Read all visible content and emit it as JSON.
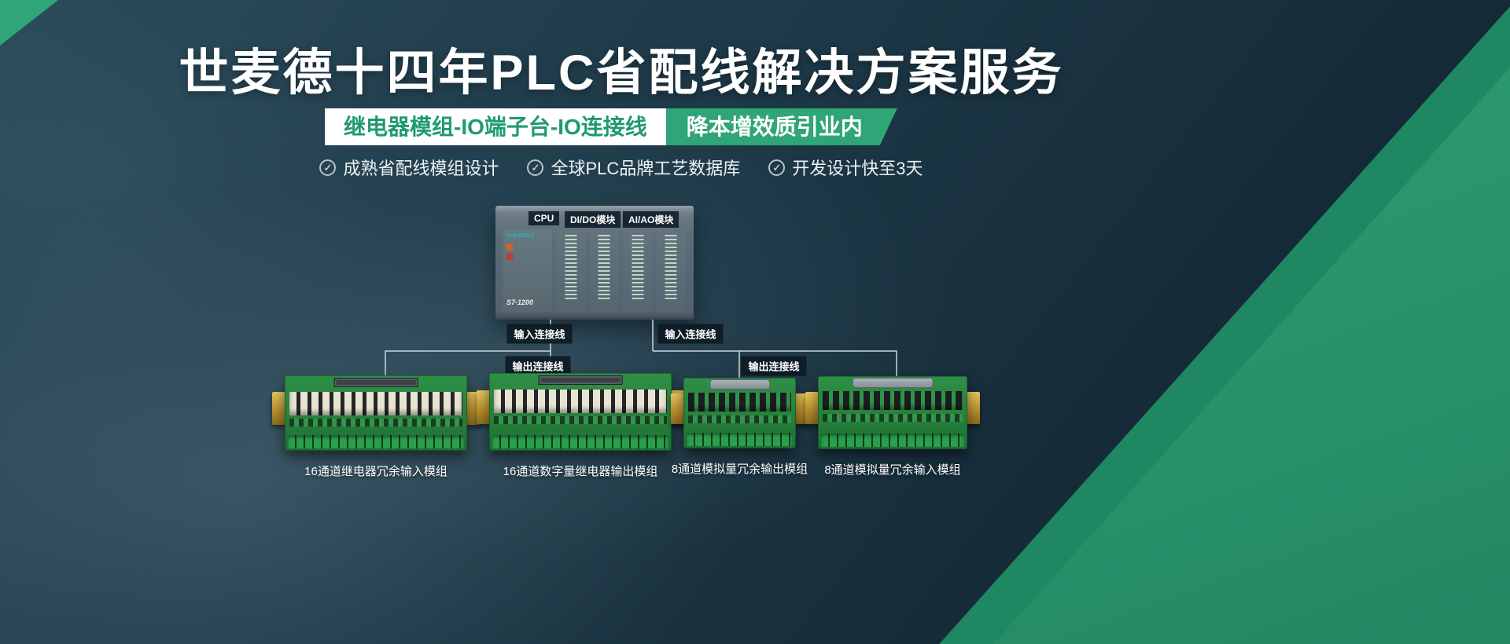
{
  "title": "世麦德十四年PLC省配线解决方案服务",
  "ribbon": {
    "left": "继电器模组-IO端子台-IO连接线",
    "right": "降本增效质引业内"
  },
  "features": [
    {
      "label": "成熟省配线模组设计"
    },
    {
      "label": "全球PLC品牌工艺数据库"
    },
    {
      "label": "开发设计快至3天"
    }
  ],
  "check_glyph": "✓",
  "plc": {
    "labels": {
      "cpu": "CPU",
      "dido": "DI/DO模块",
      "aiao": "AI/AO模块"
    },
    "brand": "SIEMENS",
    "model": "S7-1200"
  },
  "wires": {
    "left_input": "输入连接线",
    "left_output": "输出连接线",
    "right_input": "输入连接线",
    "right_output": "输出连接线"
  },
  "modules": [
    {
      "caption": "16通道继电器冗余输入模组"
    },
    {
      "caption": "16通道数字量继电器输出模组"
    },
    {
      "caption": "8通道模拟量冗余输出模组"
    },
    {
      "caption": "8通道模拟量冗余输入模组"
    }
  ],
  "colors": {
    "accent_green": "#2fa578",
    "dark_background": "#1d3847",
    "ribbon_text_green": "#1f9a6e"
  }
}
